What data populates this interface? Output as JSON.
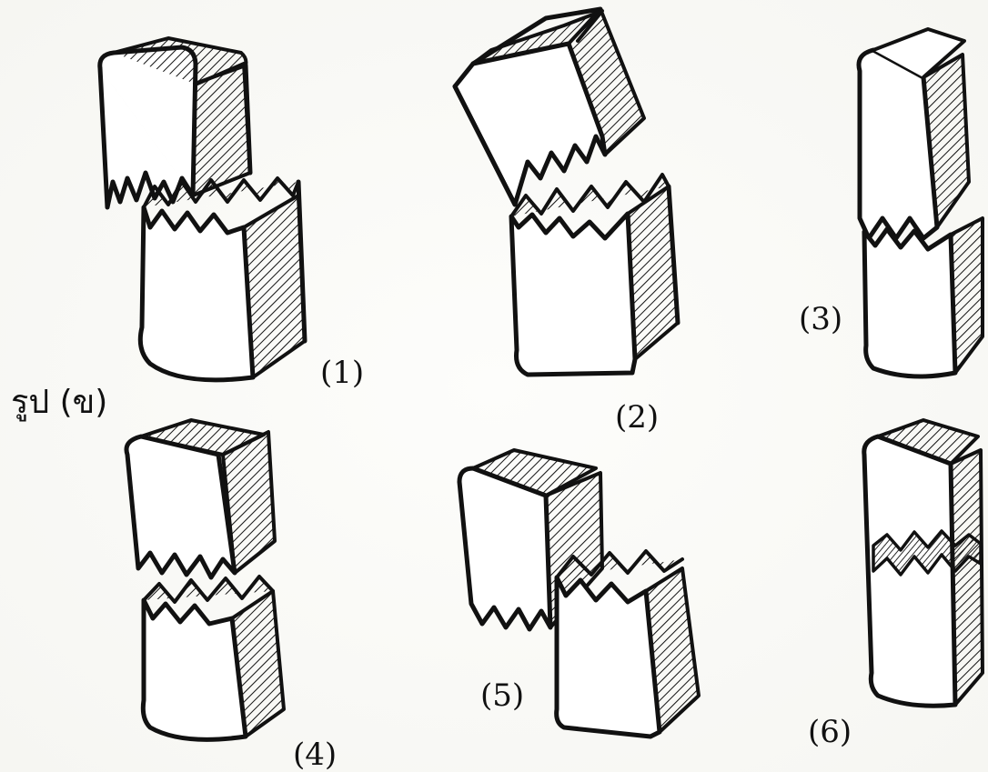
{
  "figure": {
    "caption": "รูป (ข)",
    "panels": [
      {
        "label": "(1)"
      },
      {
        "label": "(2)"
      },
      {
        "label": "(3)"
      },
      {
        "label": "(4)"
      },
      {
        "label": "(5)"
      },
      {
        "label": "(6)"
      }
    ]
  },
  "colors": {
    "ink": "#111111",
    "paper": "#fbfbf9"
  }
}
